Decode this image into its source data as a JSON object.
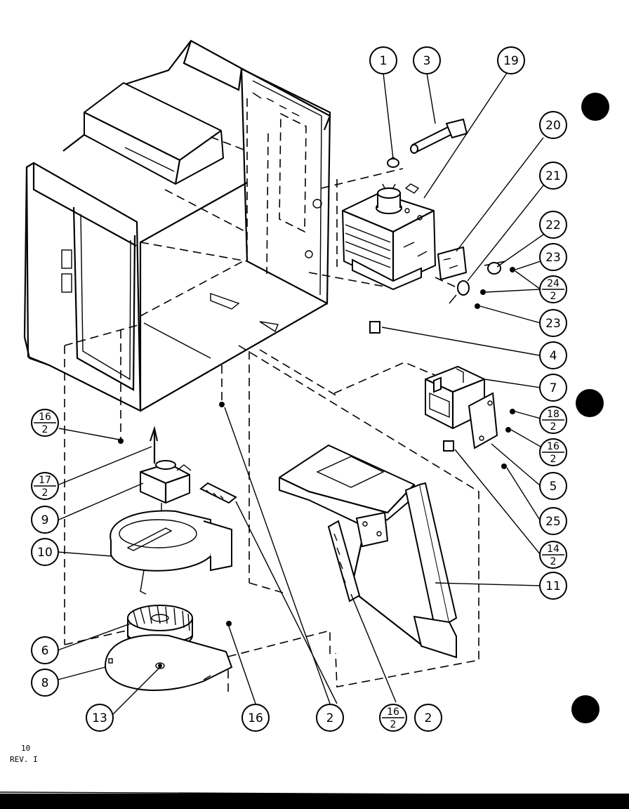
{
  "callouts": [
    {
      "label": "1"
    },
    {
      "label": "3"
    },
    {
      "label": "19"
    },
    {
      "label": "20"
    },
    {
      "label": "21"
    },
    {
      "label": "22"
    },
    {
      "label": "23"
    },
    {
      "label": "24",
      "sub": "2"
    },
    {
      "label": "23"
    },
    {
      "label": "4"
    },
    {
      "label": "7"
    },
    {
      "label": "18",
      "sub": "2"
    },
    {
      "label": "16",
      "sub": "2"
    },
    {
      "label": "5"
    },
    {
      "label": "25"
    },
    {
      "label": "14",
      "sub": "2"
    },
    {
      "label": "11"
    },
    {
      "label": "16",
      "sub": "2"
    },
    {
      "label": "17",
      "sub": "2"
    },
    {
      "label": "9"
    },
    {
      "label": "10"
    },
    {
      "label": "6"
    },
    {
      "label": "8"
    },
    {
      "label": "13"
    },
    {
      "label": "16"
    },
    {
      "label": "2"
    },
    {
      "label": "16",
      "sub": "2"
    },
    {
      "label": "2"
    }
  ],
  "footer": {
    "page": "10",
    "revision": "REV. I"
  }
}
